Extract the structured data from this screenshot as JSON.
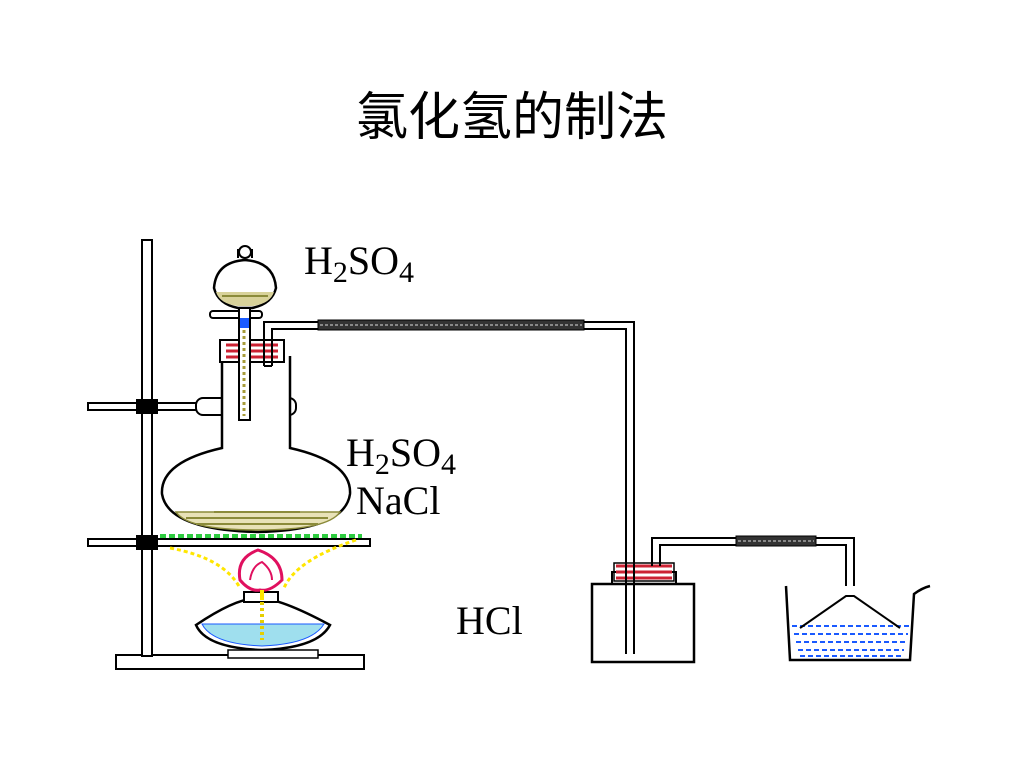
{
  "slide": {
    "title": "氯化氢的制法"
  },
  "diagram": {
    "funnel_label": {
      "h": "H",
      "h_sub": "2",
      "so": "SO",
      "so_sub": "4"
    },
    "flask_label_acid": {
      "h": "H",
      "h_sub": "2",
      "so": "SO",
      "so_sub": "4"
    },
    "flask_label_salt": "NaCl",
    "collector_label": "HCl"
  },
  "colors": {
    "liquid_acid": "#8b8b3a",
    "flame_outer": "#e0105f",
    "flame_glow": "#ffe600",
    "stopper": "#cc2233",
    "water": "#1a5aff",
    "lamp_fuel": "#9fdfee",
    "gauze": "#2ecc40"
  }
}
